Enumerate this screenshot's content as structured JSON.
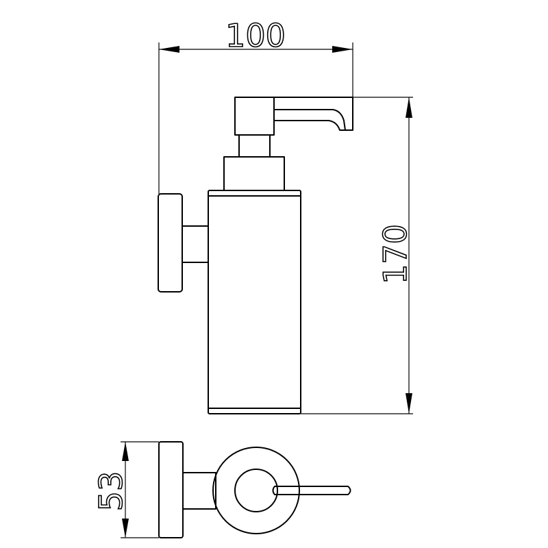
{
  "dimensions": {
    "width_label": "100",
    "height_label": "170",
    "depth_label": "53"
  }
}
